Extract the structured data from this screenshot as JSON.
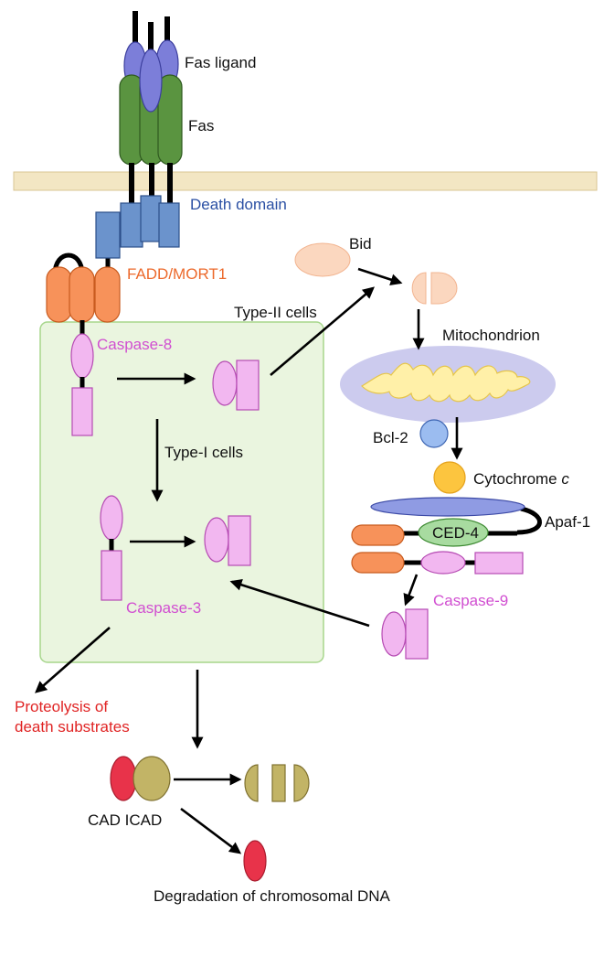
{
  "labels": {
    "fas_ligand": "Fas ligand",
    "fas": "Fas",
    "death_domain": "Death domain",
    "fadd": "FADD/MORT1",
    "bid": "Bid",
    "type_ii": "Type-II cells",
    "mitochondrion": "Mitochondrion",
    "caspase8": "Caspase-8",
    "type_i": "Type-I cells",
    "bcl2": "Bcl-2",
    "cytochrome": "Cytochrome",
    "cytochrome_c": "c",
    "ced4": "CED-4",
    "apaf1": "Apaf-1",
    "caspase9": "Caspase-9",
    "caspase3": "Caspase-3",
    "proteolysis_1": "Proteolysis of",
    "proteolysis_2": "death substrates",
    "cad_icad": "CAD ICAD",
    "degradation": "Degradation of chromosomal DNA"
  },
  "colors": {
    "membrane": "#f3e6c3",
    "fas_ligand": "#7c7ed9",
    "fas": "#5a9440",
    "death_domain": "#6b93cc",
    "fadd": "#f7925a",
    "caspase": "#f2b7f0",
    "bid": "#fbd7bf",
    "mitochondrion": "#cccbee",
    "mito_inner": "#fff0a8",
    "bcl2": "#9bbcf0",
    "cytochrome": "#fcc53f",
    "ced4": "#a8dba0",
    "apaf1": "#8f9be3",
    "cad": "#e8334a",
    "icad": "#c2b466",
    "green_box": "#eaf5df"
  },
  "icons": [
    "fas-ligand-shape",
    "fas-receptor-shape",
    "caspase-shape",
    "arrow-icon"
  ]
}
